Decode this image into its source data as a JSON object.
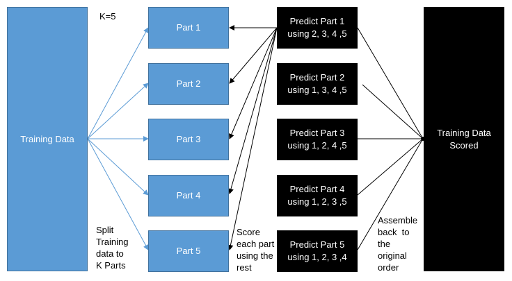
{
  "training_data": "Training Data",
  "k_label": "K=5",
  "parts": [
    "Part 1",
    "Part 2",
    "Part 3",
    "Part 4",
    "Part 5"
  ],
  "predict": [
    {
      "line1": "Predict Part 1",
      "line2": "using 2, 3, 4 ,5"
    },
    {
      "line1": "Predict Part 2",
      "line2": "using 1, 3, 4 ,5"
    },
    {
      "line1": "Predict Part 3",
      "line2": "using 1, 2, 4 ,5"
    },
    {
      "line1": "Predict Part 4",
      "line2": "using 1, 2, 3 ,5"
    },
    {
      "line1": "Predict Part 5",
      "line2": "using 1, 2, 3 ,4"
    }
  ],
  "scored": {
    "line1": "Training Data",
    "line2": "Scored"
  },
  "notes": {
    "split": [
      "Split",
      "Training",
      "data to",
      "K Parts"
    ],
    "score": [
      "Score",
      "each part",
      "using the",
      "rest"
    ],
    "assemble": [
      "Assemble",
      "back  to",
      "the",
      "original",
      "order"
    ]
  },
  "colors": {
    "part_fill": "#5b9bd5",
    "blue_arrow": "#5b9bd5",
    "predict_fill": "#000000"
  }
}
